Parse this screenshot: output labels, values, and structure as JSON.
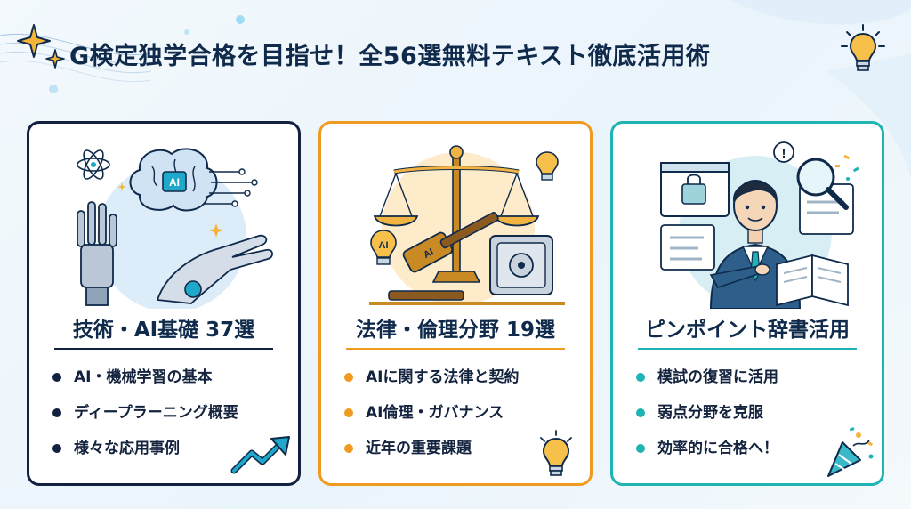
{
  "title": "G検定独学合格を目指せ！全56選無料テキスト徹底活用術",
  "cards": [
    {
      "title": "技術・AI基礎 37選",
      "bullets": [
        "AI・機械学習の基本",
        "ディープラーニング概要",
        "様々な応用事例"
      ],
      "illustration_labels": [
        "AI"
      ],
      "accent": "#12213f"
    },
    {
      "title": "法律・倫理分野 19選",
      "bullets": [
        "AIに関する法律と契約",
        "AI倫理・ガバナンス",
        "近年の重要課題"
      ],
      "illustration_labels": [
        "AI",
        "AI"
      ],
      "accent": "#ef9b22"
    },
    {
      "title": "ピンポイント辞書活用",
      "bullets": [
        "模試の復習に活用",
        "弱点分野を克服",
        "効率的に合格へ！"
      ],
      "illustration_labels": [
        "!"
      ],
      "accent": "#1fb3b4"
    }
  ],
  "icons": {
    "title_left": "sparkle-icon",
    "title_right": "lightbulb-icon",
    "card1_illustration": "robot-hands-ai-brain-icon",
    "card1_corner": "trend-arrow-icon",
    "card2_illustration": "scales-gavel-safe-icon",
    "card2_corner": "lightbulb-icon",
    "card3_illustration": "businessman-dictionary-icon",
    "card3_corner": "party-popper-icon"
  },
  "colors": {
    "navy": "#12213f",
    "orange": "#ef9b22",
    "teal": "#1fb3b4",
    "title_text": "#0f2a4a"
  }
}
